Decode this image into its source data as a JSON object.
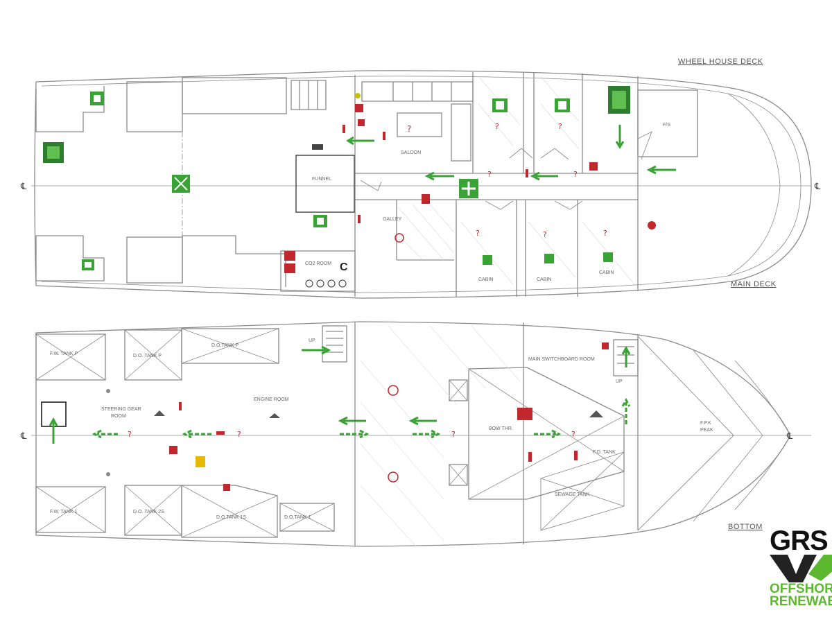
{
  "deck_labels": {
    "wheel_house": "WHEEL HOUSE DECK",
    "main_deck": "MAIN DECK",
    "bottom": "BOTTOM"
  },
  "centerline_symbol": "℄",
  "main_deck_rooms": {
    "funnel": "FUNNEL",
    "saloon": "SALOON",
    "galley": "GALLEY",
    "cabin_1": "CABIN",
    "cabin_2": "CABIN",
    "cabin_3": "CABIN",
    "fs": "F/S",
    "co2_room": "CO2 ROOM",
    "co2_c": "C"
  },
  "bottom_rooms": {
    "fw_tank_p": "F.W. TANK P",
    "do_tank_p": "D.O. TANK P",
    "do_tank_p_upper": "D.O.TANK P",
    "steering_gear_room": "STEERING GEAR",
    "steering_gear_room_2": "ROOM",
    "engine_room": "ENGINE ROOM",
    "fw_tank_s": "F.W. TANK 1",
    "do_tank_s": "D.O. TANK 2S",
    "do_tank_s2": "D.O.TANK 1S",
    "do_tank_s3": "D.O.TANK 1",
    "main_switchboard_room": "MAIN SWITCHBOARD ROOM",
    "bow_thruster": "BOW THR.",
    "fo_tank": "F.O. TANK",
    "sewage_tank": "SEWAGE TANK",
    "fpk": "F.P.K",
    "fpk_2": "PEAK",
    "up": "UP"
  },
  "logo": {
    "brand": "GRS",
    "line2": "OFFSHORE",
    "line3": "RENEWABLES"
  },
  "colors": {
    "line": "#8a8a8a",
    "dark_line": "#555555",
    "escape_green": "#3aa335",
    "fire_red": "#c0282d",
    "logo_green": "#5cb82e"
  },
  "icons": [
    "liferaft-icon",
    "lifebuoy-icon",
    "fire-extinguisher-icon",
    "escape-arrow-icon",
    "first-aid-icon",
    "muster-icon",
    "question-mark-icon",
    "eeb-icon"
  ]
}
